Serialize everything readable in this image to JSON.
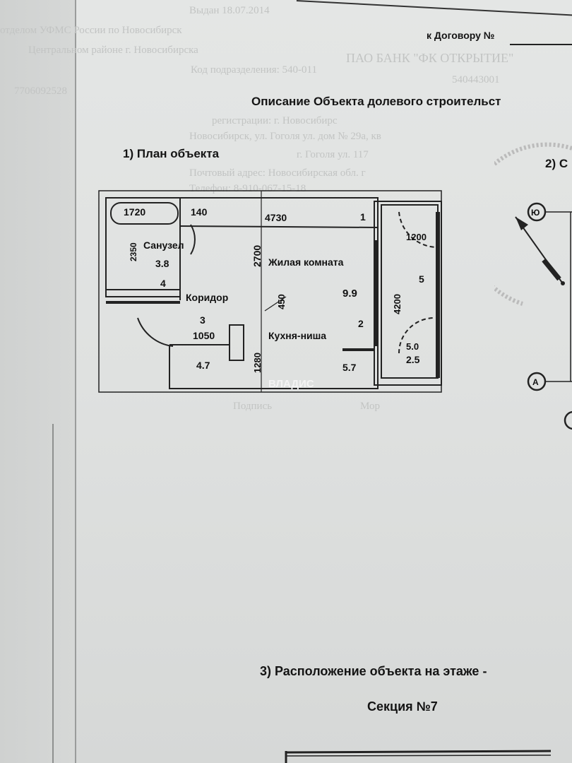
{
  "header": {
    "contract_label": "к Договору №",
    "title": "Описание Объекта долевого строительст"
  },
  "bleed_through": [
    "Выдан 18.07.2014",
    "отделом УФМС России по Новосибирск",
    "Центральном районе г. Новосибирска",
    "Код подразделения: 540-011",
    "регистрации: г. Новосибирс",
    "Новосибирск, ул. Гоголя ул. дом № 29а, кв",
    "Почтовый адрес: Новосибирская обл. г",
    "г. Гоголя ул. 117",
    "Телефон: 8-910-067-15-18",
    "Подпись",
    "Мор",
    "ПАО БАНК \"ФК ОТКРЫТИЕ\"",
    "7706092528",
    "540443001"
  ],
  "section1": {
    "label": "1)  План объекта"
  },
  "section2": {
    "label": "2) С"
  },
  "section3": {
    "label": "3) Расположение объекта на этаже -",
    "section": "Секция №7"
  },
  "plan": {
    "dims": {
      "d1720": "1720",
      "d140": "140",
      "d4730": "4730",
      "d2350": "2350",
      "d2700": "2700",
      "d450": "450",
      "d1050": "1050",
      "d1280": "1280",
      "d4200": "4200",
      "d1200": "1200"
    },
    "rooms": [
      {
        "name": "Санузел",
        "number": "4",
        "area": "3.8"
      },
      {
        "name": "Коридор",
        "number": "3",
        "area": "4.7"
      },
      {
        "name": "Жилая комната",
        "number": "1",
        "area": "9.9"
      },
      {
        "name": "Кухня-ниша",
        "number": "2",
        "area": "5.7"
      },
      {
        "name": "",
        "number": "5",
        "area": "2.5",
        "coef": "5.0"
      }
    ],
    "watermark": "ВЛАДИС"
  },
  "axes": {
    "a1": "Ю",
    "a2": "А"
  }
}
